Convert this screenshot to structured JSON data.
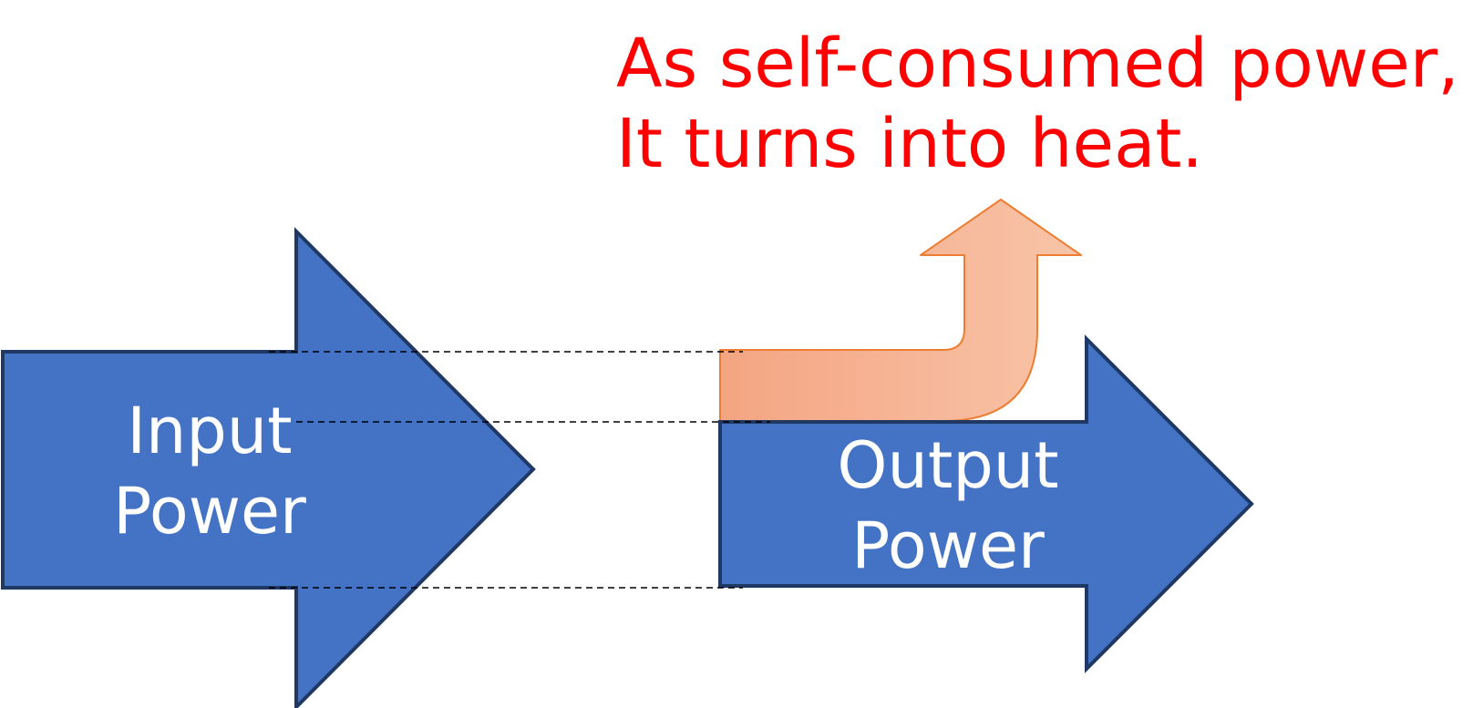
{
  "caption": {
    "line1": "As self-consumed power,",
    "line2": "It turns into heat."
  },
  "input_arrow": {
    "line1": "Input",
    "line2": "Power"
  },
  "output_arrow": {
    "line1": "Output",
    "line2": "Power"
  },
  "colors": {
    "power_fill": "#4472c4",
    "power_stroke": "#1f3864",
    "heat_fill_start": "#f4a582",
    "heat_fill_end": "#f8c4a8",
    "heat_stroke": "#ed7d31",
    "caption": "#ff0000",
    "guide_line": "#000000"
  }
}
